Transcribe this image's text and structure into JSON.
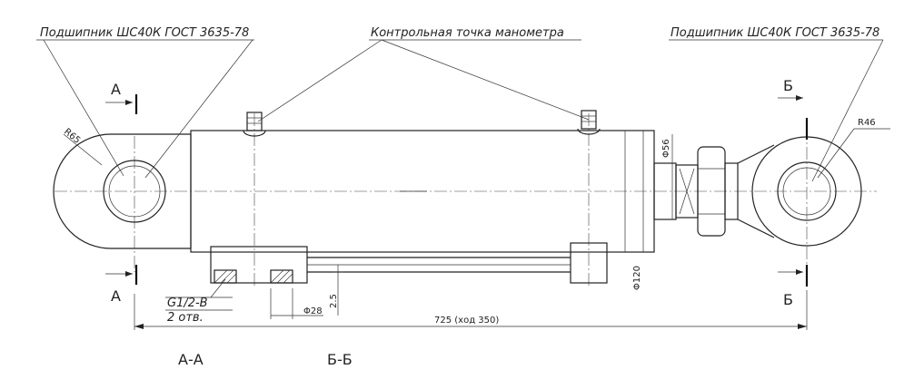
{
  "labels": {
    "bearing_left": "Подшипник ШС40К ГОСТ 3635-78",
    "bearing_right": "Подшипник ШС40К ГОСТ 3635-78",
    "gauge_point": "Контрольная точка манометра",
    "thread": "G1/2-B",
    "holes": "2 отв.",
    "radius_left": "R65",
    "radius_right": "R46",
    "dia_rod": "Φ56",
    "dia_cyl": "Φ120",
    "dia_port": "Φ28",
    "dim_small": "2.5",
    "overall_length": "725 (ход 350)",
    "section_a": "А",
    "section_b": "Б",
    "view_aa": "А-А",
    "view_bb": "Б-Б"
  }
}
